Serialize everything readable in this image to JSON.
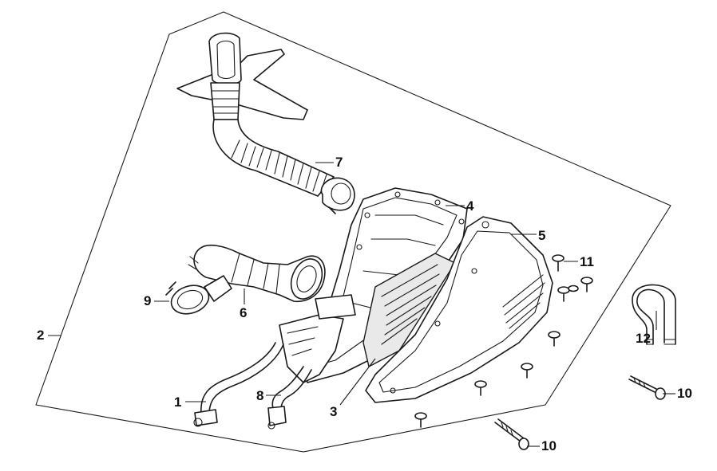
{
  "callouts": [
    {
      "id": "1",
      "text": "1"
    },
    {
      "id": "2",
      "text": "2"
    },
    {
      "id": "3",
      "text": "3"
    },
    {
      "id": "4",
      "text": "4"
    },
    {
      "id": "5",
      "text": "5"
    },
    {
      "id": "6",
      "text": "6"
    },
    {
      "id": "7",
      "text": "7"
    },
    {
      "id": "8",
      "text": "8"
    },
    {
      "id": "9",
      "text": "9"
    },
    {
      "id": "10a",
      "text": "10"
    },
    {
      "id": "10b",
      "text": "10"
    },
    {
      "id": "11",
      "text": "11"
    },
    {
      "id": "12",
      "text": "12"
    }
  ]
}
